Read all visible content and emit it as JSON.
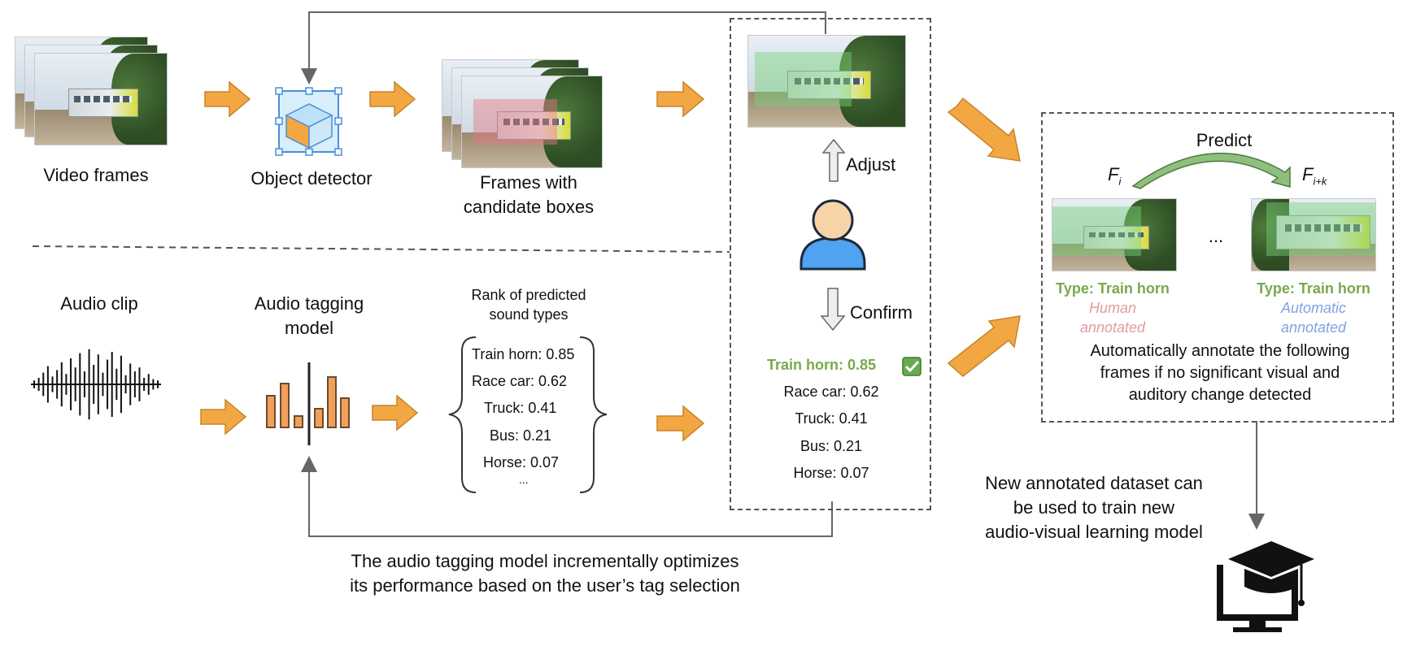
{
  "pipeline": {
    "video_frames_label": "Video frames",
    "object_detector_label": "Object detector",
    "candidate_boxes_label_line1": "Frames with",
    "candidate_boxes_label_line2": "candidate boxes",
    "adjust_label": "Adjust",
    "confirm_label": "Confirm",
    "audio_clip_label": "Audio clip",
    "audio_tagging_label_line1": "Audio tagging",
    "audio_tagging_label_line2": "model",
    "rank_title_line1": "Rank of predicted",
    "rank_title_line2": "sound types",
    "rank_items": [
      {
        "text": "Train horn:  0.85"
      },
      {
        "text": "Race car: 0.62"
      },
      {
        "text": "Truck: 0.41"
      },
      {
        "text": "Bus: 0.21"
      },
      {
        "text": "Horse: 0.07"
      },
      {
        "text": "..."
      }
    ],
    "confirmed_items": [
      {
        "text": "Train horn:   0.85"
      },
      {
        "text": "Race car: 0.62"
      },
      {
        "text": "Truck: 0.41"
      },
      {
        "text": "Bus: 0.21"
      },
      {
        "text": "Horse: 0.07"
      }
    ],
    "feedback_text_line1": "The audio tagging model incrementally optimizes",
    "feedback_text_line2": "its performance based on the user’s tag selection"
  },
  "annotation_panel": {
    "predict_label": "Predict",
    "fi_label": "F",
    "fi_sub": "i",
    "fik_label": "F",
    "fik_sub": "i+k",
    "ellipsis": "...",
    "left_type": "Type: Train horn",
    "left_status_line1": "Human",
    "left_status_line2": "annotated",
    "right_type": "Type: Train horn",
    "right_status_line1": "Automatic",
    "right_status_line2": "annotated",
    "desc_line1": "Automatically annotate the following",
    "desc_line2": "frames if no significant visual and",
    "desc_line3": "auditory change detected"
  },
  "output": {
    "dataset_line1": "New annotated dataset can",
    "dataset_line2": "be used to train new",
    "dataset_line3": "audio-visual learning model"
  },
  "colors": {
    "arrow_fill": "#f2a742",
    "arrow_stroke": "#c7842a",
    "green_text": "#7aa84d",
    "human_red": "#e39ba0",
    "auto_blue": "#7fa3e0",
    "bar_fill": "#f0a05a",
    "bar_stroke": "#6b4a2a",
    "person_skin": "#f7d3a8",
    "person_body": "#4fa3f0"
  },
  "icons": [
    "object-detector-cube-icon",
    "waveform-icon",
    "bar-chart-icon",
    "user-icon",
    "checkbox-icon",
    "computer-graduation-cap-icon"
  ]
}
